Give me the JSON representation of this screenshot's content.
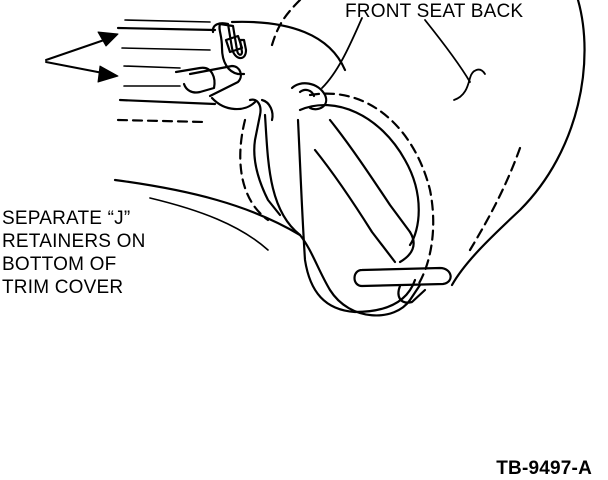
{
  "labels": {
    "front_seat_back": "FRONT SEAT BACK",
    "separate_lines": [
      "SEPARATE “J”",
      "RETAINERS ON",
      "BOTTOM OF",
      "TRIM COVER"
    ],
    "figure_code": "TB-9497-A"
  },
  "colors": {
    "ink": "#000000",
    "paper": "#ffffff"
  }
}
